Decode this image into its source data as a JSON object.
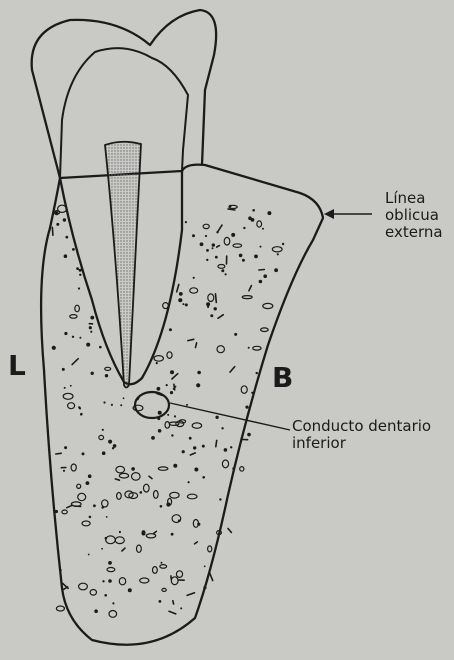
{
  "labels": {
    "lingual": "L",
    "buccal": "B",
    "external_oblique_line": [
      "Línea",
      "oblicua",
      "externa"
    ],
    "inferior_dental_canal": [
      "Conducto dentario",
      "inferior"
    ]
  },
  "colors": {
    "background": "#c9cac6",
    "ink": "#1b1b1b",
    "pulp_stipple": "#7a7a7a"
  }
}
